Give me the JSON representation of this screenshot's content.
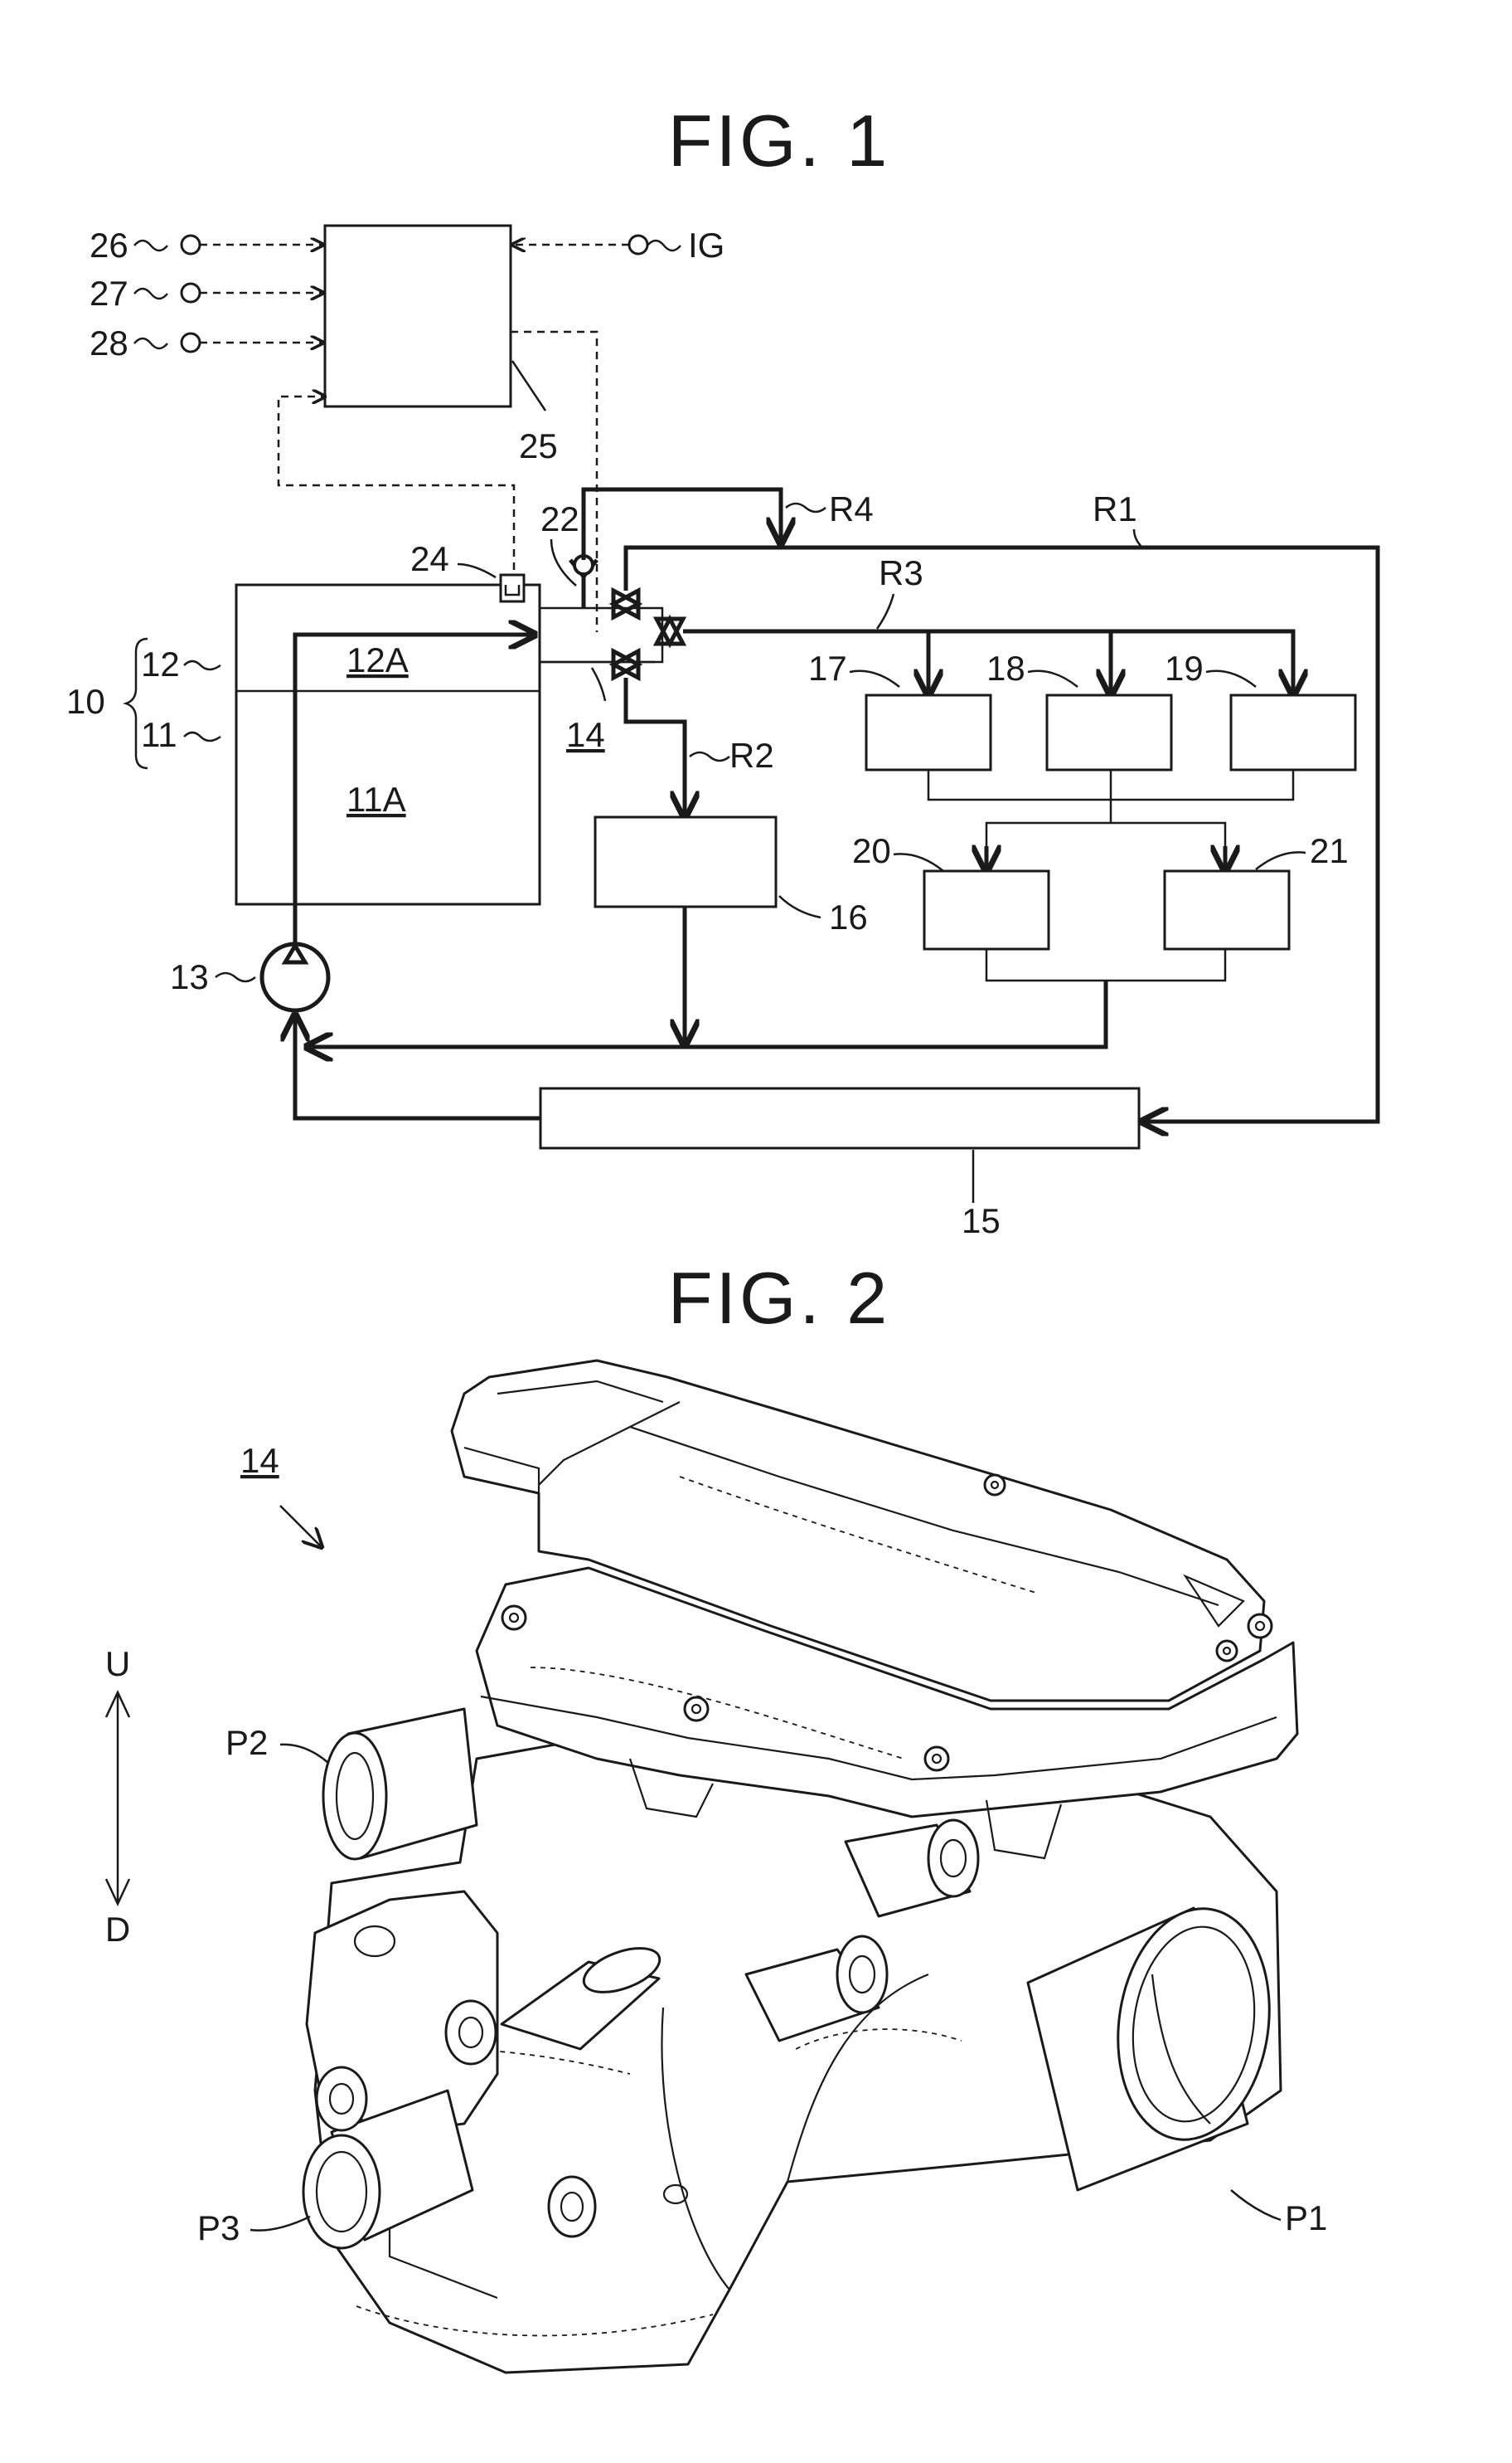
{
  "fig1": {
    "title": "FIG. 1",
    "labels": {
      "n26": "26",
      "n27": "27",
      "n28": "28",
      "ig": "IG",
      "n25": "25",
      "n24": "24",
      "n22": "22",
      "r4": "R4",
      "r1": "R1",
      "r3": "R3",
      "r2": "R2",
      "n10": "10",
      "n12": "12",
      "n11": "11",
      "n12a": "12A",
      "n11a": "11A",
      "n14": "14",
      "n17": "17",
      "n18": "18",
      "n19": "19",
      "n16": "16",
      "n20": "20",
      "n21": "21",
      "n13": "13",
      "n15": "15"
    }
  },
  "fig2": {
    "title": "FIG. 2",
    "labels": {
      "n14": "14",
      "u": "U",
      "d": "D",
      "p1": "P1",
      "p2": "P2",
      "p3": "P3"
    }
  }
}
